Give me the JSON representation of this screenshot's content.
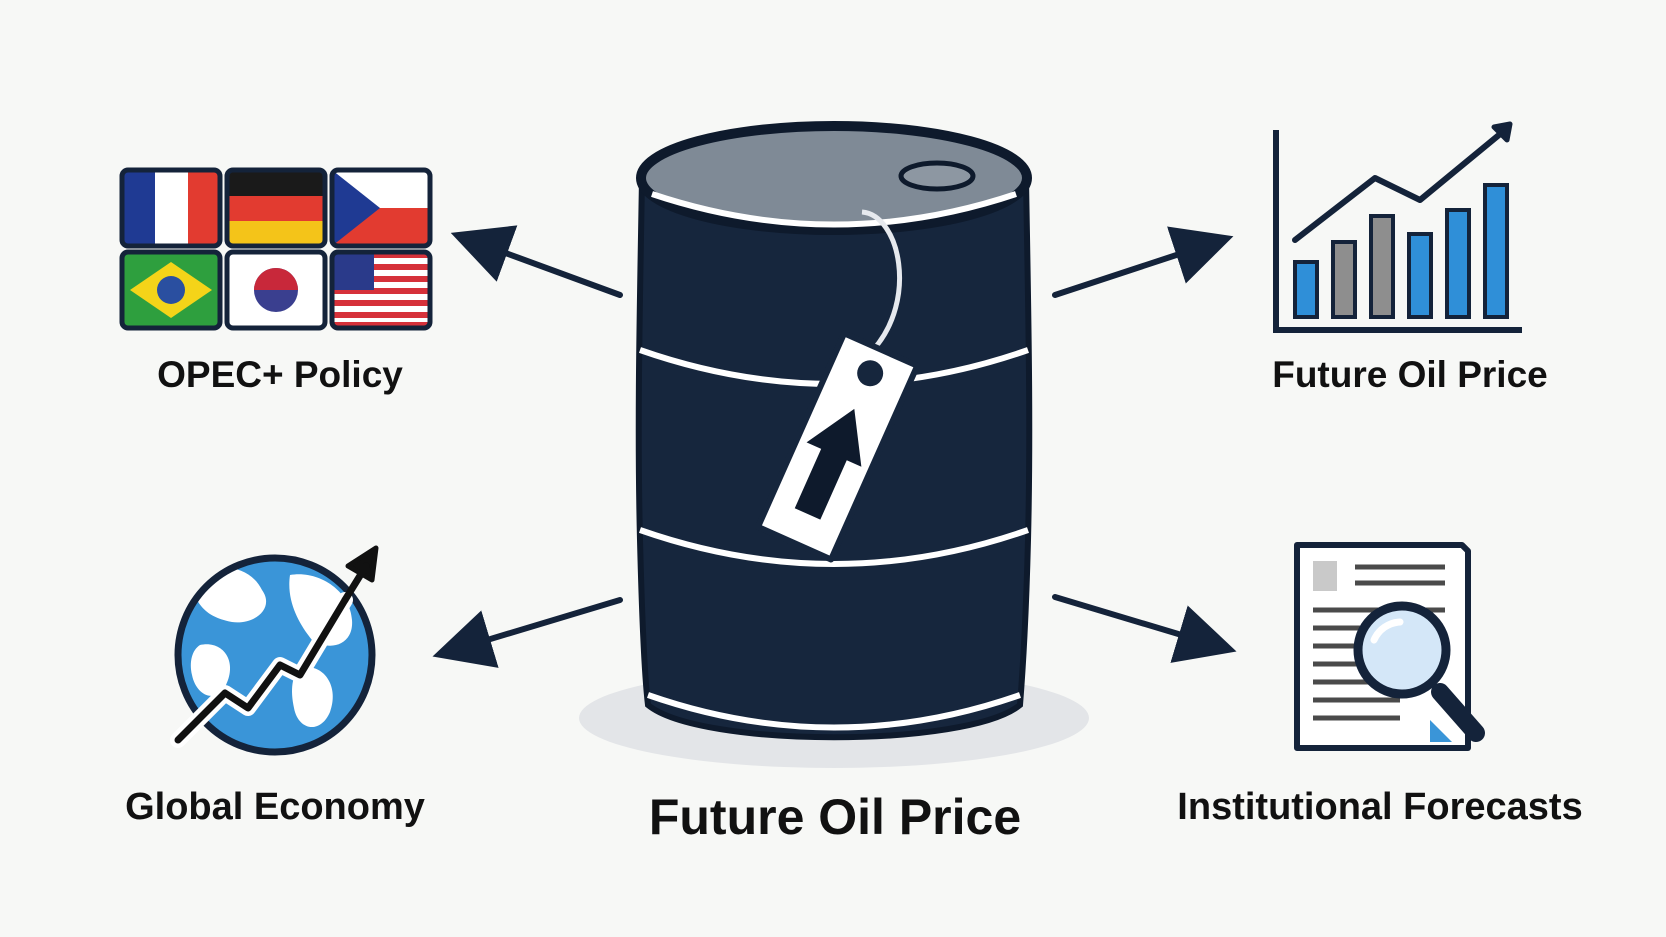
{
  "diagram": {
    "center": {
      "label": "Future Oil Price",
      "icon": "oil-barrel-price-tag-icon"
    },
    "nodes": [
      {
        "id": "opec",
        "label": "OPEC+ Policy",
        "icon": "country-flags-icon"
      },
      {
        "id": "future_price",
        "label": "Future Oil Price",
        "icon": "rising-bar-chart-icon"
      },
      {
        "id": "global_economy",
        "label": "Global Economy",
        "icon": "globe-trend-up-icon"
      },
      {
        "id": "institutional",
        "label": "Institutional Forecasts",
        "icon": "report-magnifier-icon"
      }
    ]
  },
  "colors": {
    "background": "#f7f8f6",
    "barrel": "#16263d",
    "barrel_top": "#7f8a96",
    "accent_blue": "#2f8fd8",
    "chart_gray": "#8e8e8e",
    "text": "#111111"
  }
}
